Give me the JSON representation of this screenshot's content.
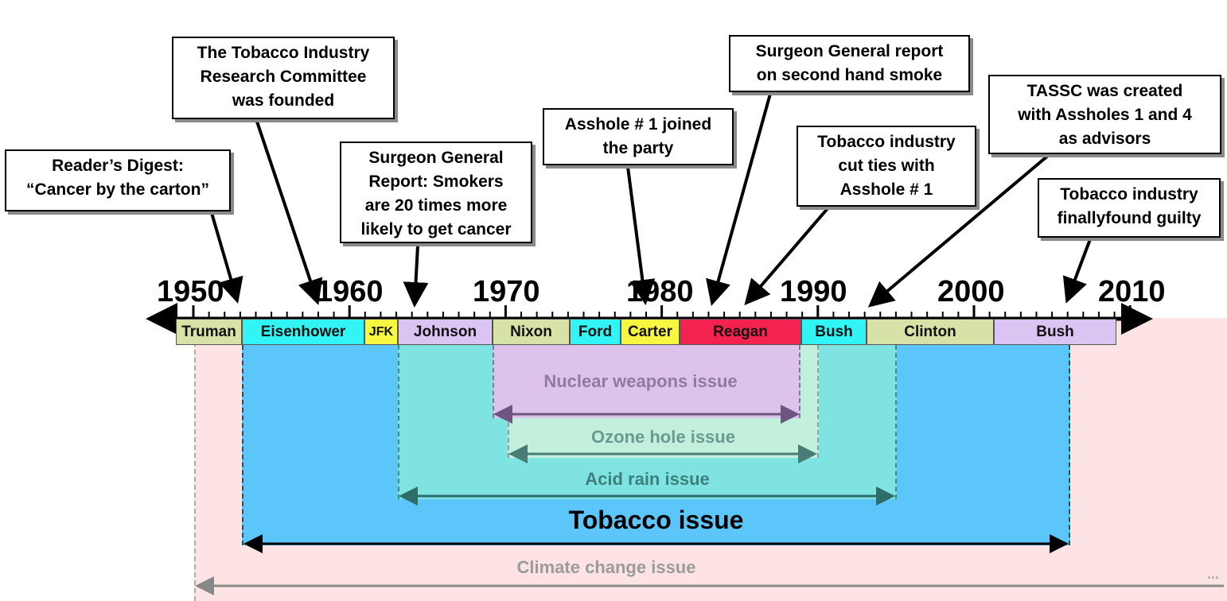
{
  "years": [
    "1950",
    "1960",
    "1970",
    "1980",
    "1990",
    "2000",
    "2010"
  ],
  "presidents": [
    {
      "name": "Truman",
      "color": "#d6e2a6"
    },
    {
      "name": "Eisenhower",
      "color": "#33f4f4"
    },
    {
      "name": "JFK",
      "color": "#f7f742"
    },
    {
      "name": "Johnson",
      "color": "#d9c4f2"
    },
    {
      "name": "Nixon",
      "color": "#d6e2a6"
    },
    {
      "name": "Ford",
      "color": "#33f4f4"
    },
    {
      "name": "Carter",
      "color": "#f7f742"
    },
    {
      "name": "Reagan",
      "color": "#f4224e"
    },
    {
      "name": "Bush",
      "color": "#33f4f4"
    },
    {
      "name": "Clinton",
      "color": "#d6e2a6"
    },
    {
      "name": "Bush",
      "color": "#d9c4f2"
    }
  ],
  "issues": {
    "climate": {
      "label": "Climate change issue",
      "ellipsis": "...",
      "color": "#fde3e3"
    },
    "tobacco": {
      "label": "Tobacco issue",
      "color": "#5cc6fb"
    },
    "acid_rain": {
      "label": "Acid rain issue",
      "color": "#7fe4e1"
    },
    "ozone": {
      "label": "Ozone hole issue",
      "color": "#c3f0dc"
    },
    "nuclear": {
      "label": "Nuclear weapons issue",
      "color": "#ddc3ec"
    }
  },
  "callouts": {
    "readers_digest": "Reader’s Digest:\n“Cancer by the carton”",
    "tirc": "The Tobacco Industry\nResearch Committee\nwas founded",
    "sg_report_1964": "Surgeon General\nReport: Smokers\nare 20 times more\nlikely to get cancer",
    "asshole_joined": "Asshole # 1 joined\nthe party",
    "sg_second_hand": "Surgeon General report\non second hand smoke",
    "cut_ties": "Tobacco industry\ncut ties with\nAsshole # 1",
    "tassc": "TASSC was created\nwith Assholes 1 and 4\nas advisors",
    "guilty": "Tobacco industry\nfinallyfound guilty"
  }
}
